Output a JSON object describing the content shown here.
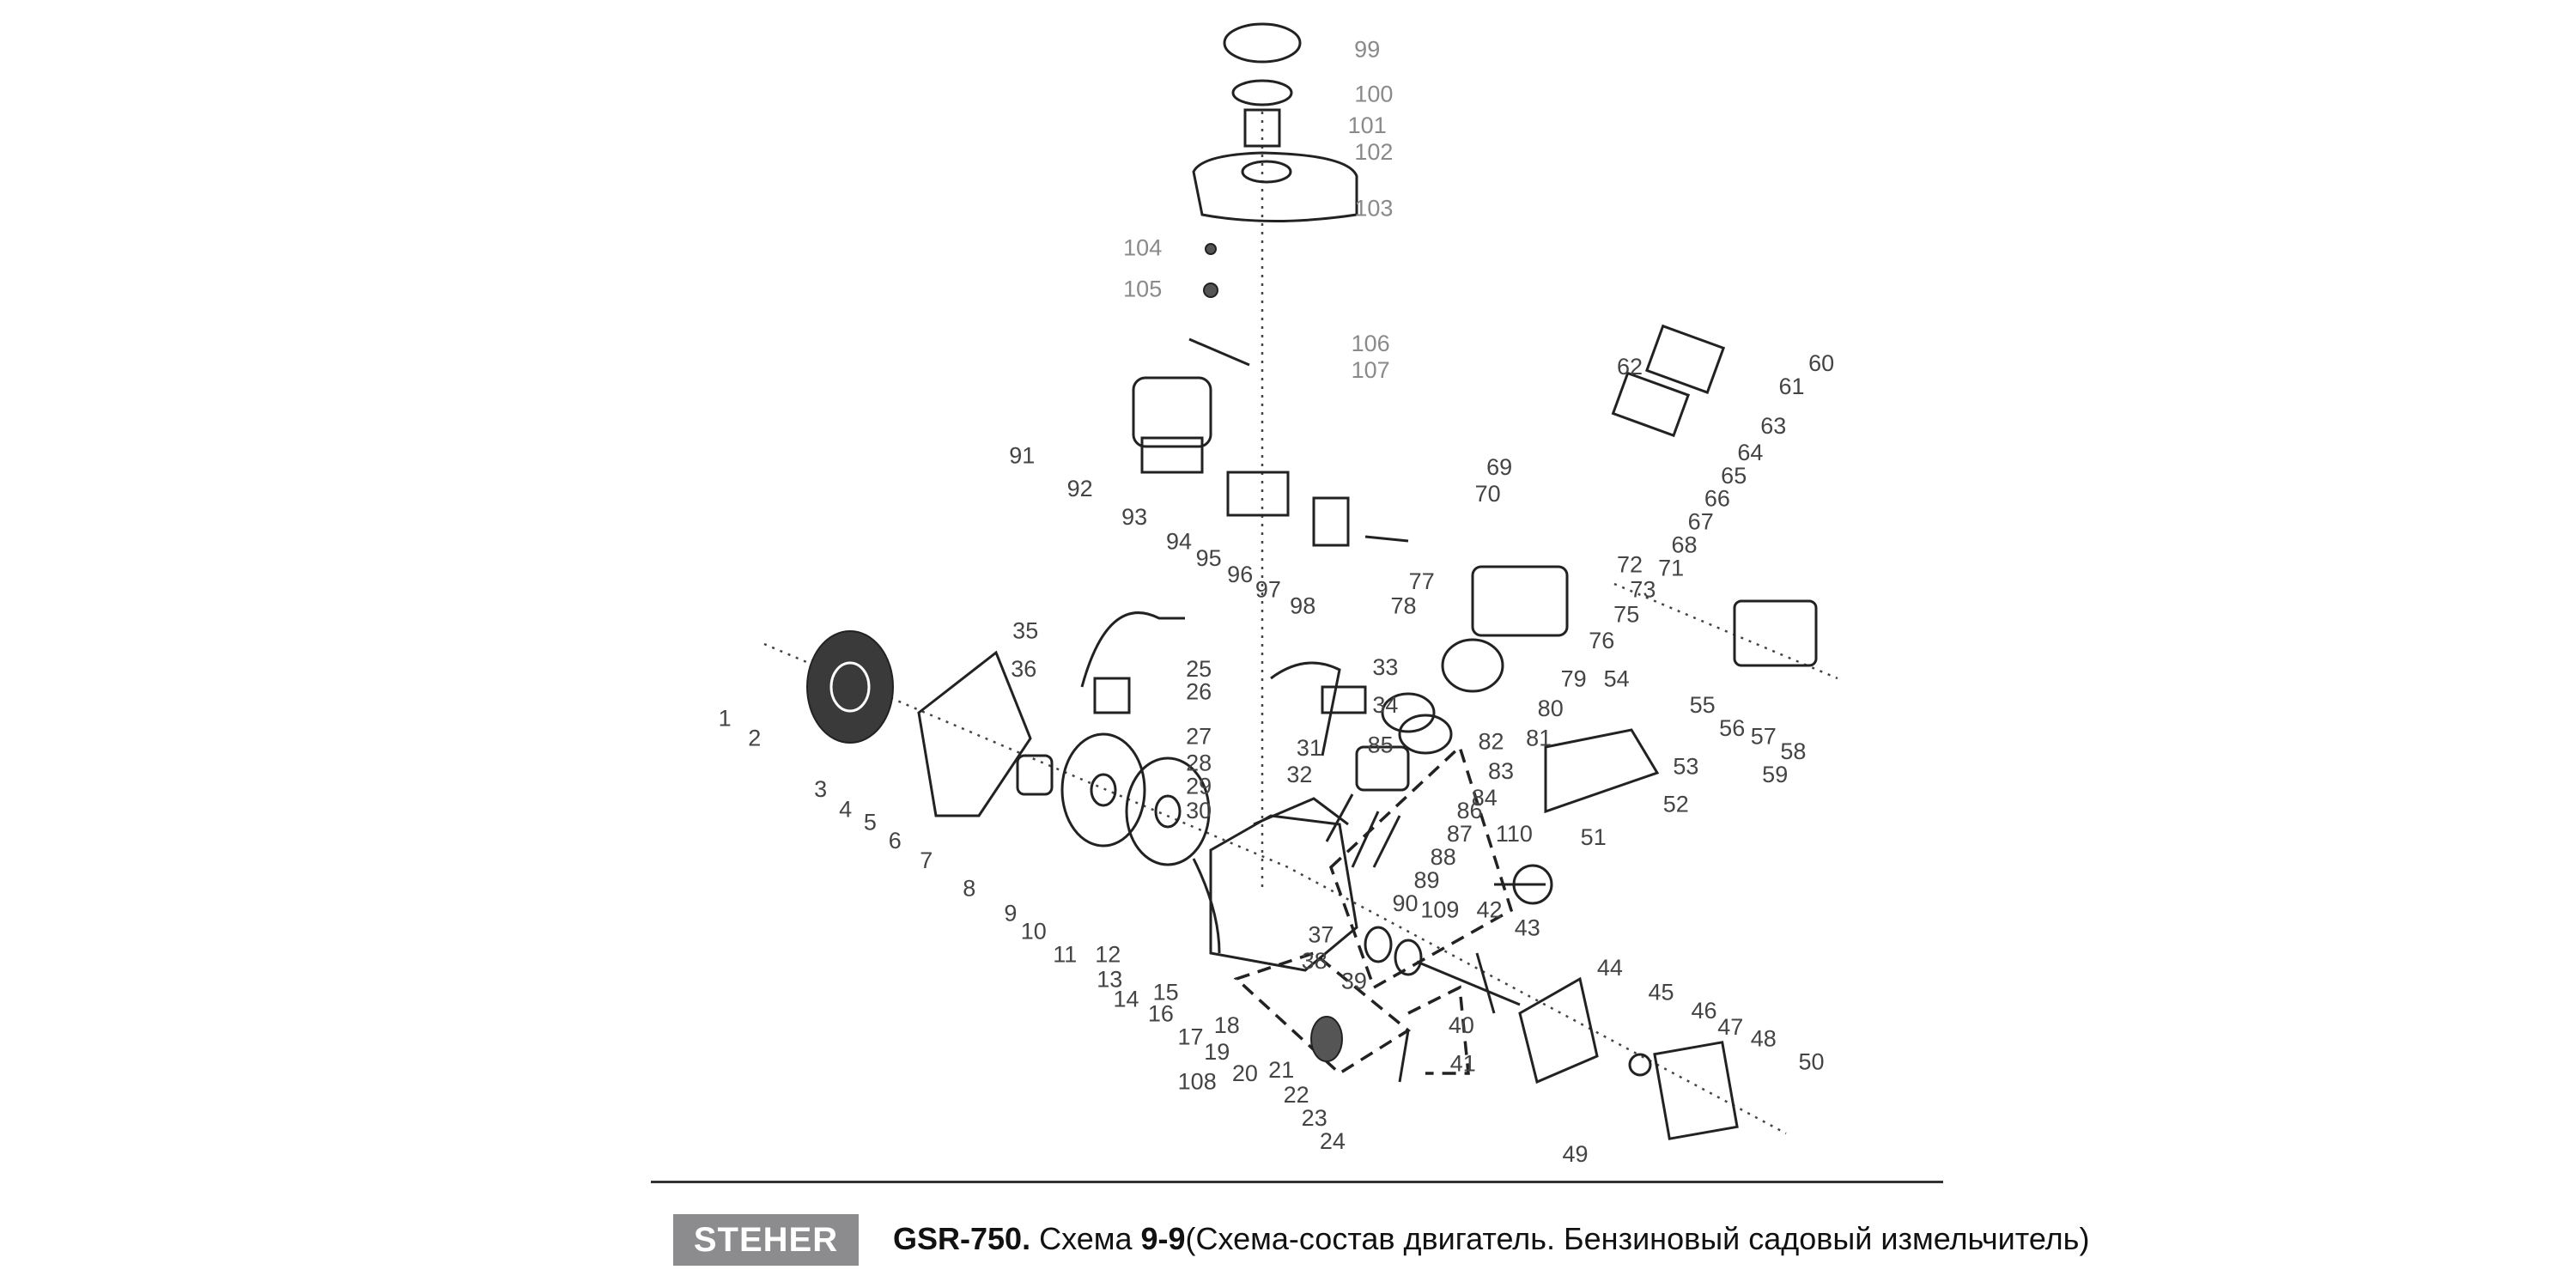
{
  "diagram": {
    "part_numbers": [
      "1",
      "2",
      "3",
      "4",
      "5",
      "6",
      "7",
      "8",
      "9",
      "10",
      "11",
      "12",
      "13",
      "14",
      "15",
      "16",
      "17",
      "18",
      "19",
      "20",
      "21",
      "22",
      "23",
      "24",
      "25",
      "26",
      "27",
      "28",
      "29",
      "30",
      "31",
      "32",
      "33",
      "34",
      "35",
      "36",
      "37",
      "38",
      "39",
      "40",
      "41",
      "42",
      "43",
      "44",
      "45",
      "46",
      "47",
      "48",
      "49",
      "50",
      "51",
      "52",
      "53",
      "54",
      "55",
      "56",
      "57",
      "58",
      "59",
      "60",
      "61",
      "62",
      "63",
      "64",
      "65",
      "66",
      "67",
      "68",
      "69",
      "70",
      "71",
      "72",
      "73",
      "75",
      "76",
      "77",
      "78",
      "79",
      "80",
      "81",
      "82",
      "83",
      "84",
      "85",
      "86",
      "87",
      "88",
      "89",
      "90",
      "91",
      "92",
      "93",
      "94",
      "95",
      "96",
      "97",
      "98",
      "99",
      "100",
      "101",
      "102",
      "103",
      "104",
      "105",
      "106",
      "107",
      "108",
      "109",
      "110"
    ]
  },
  "footer": {
    "logo_text": "STEHER",
    "model": "GSR-750.",
    "scheme_label": "Схема",
    "scheme_number": "9-9",
    "description": "(Схема-состав двигатель. Бензиновый садовый измельчитель)"
  }
}
